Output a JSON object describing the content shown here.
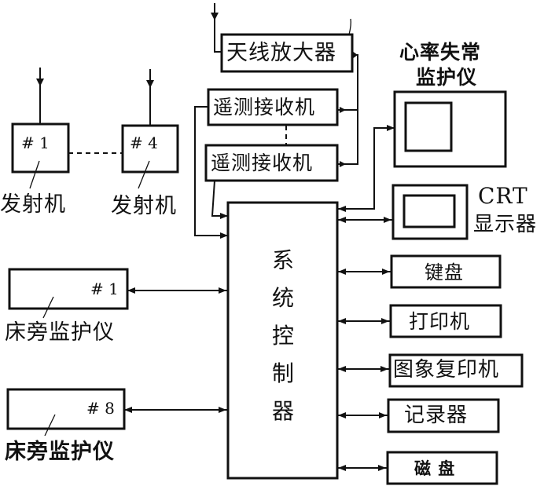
{
  "diagram": {
    "nodes": {
      "antenna_amplifier": "天线放大器",
      "telemetry_receiver_1": "遥测接收机",
      "telemetry_receiver_2": "遥测接收机",
      "arrhythmia_monitor": {
        "caption_line1": "心率失常",
        "caption_line2": "监护仪"
      },
      "crt_display": {
        "caption_line1": "CRT",
        "caption_line2": "显示器"
      },
      "transmitter_1": {
        "tag": "# 1",
        "caption": "发射机"
      },
      "transmitter_4": {
        "tag": "# 4",
        "caption": "发射机"
      },
      "bedside_monitor_1": {
        "tag": "# 1",
        "caption": "床旁监护仪"
      },
      "bedside_monitor_8": {
        "tag": "# 8",
        "caption": "床旁监护仪"
      },
      "system_controller": [
        "系",
        "统",
        "控",
        "制",
        "器"
      ],
      "keyboard": "键盘",
      "printer": "打印机",
      "image_copier": "图象复印机",
      "recorder": "记录器",
      "disk": "磁 盘"
    }
  }
}
